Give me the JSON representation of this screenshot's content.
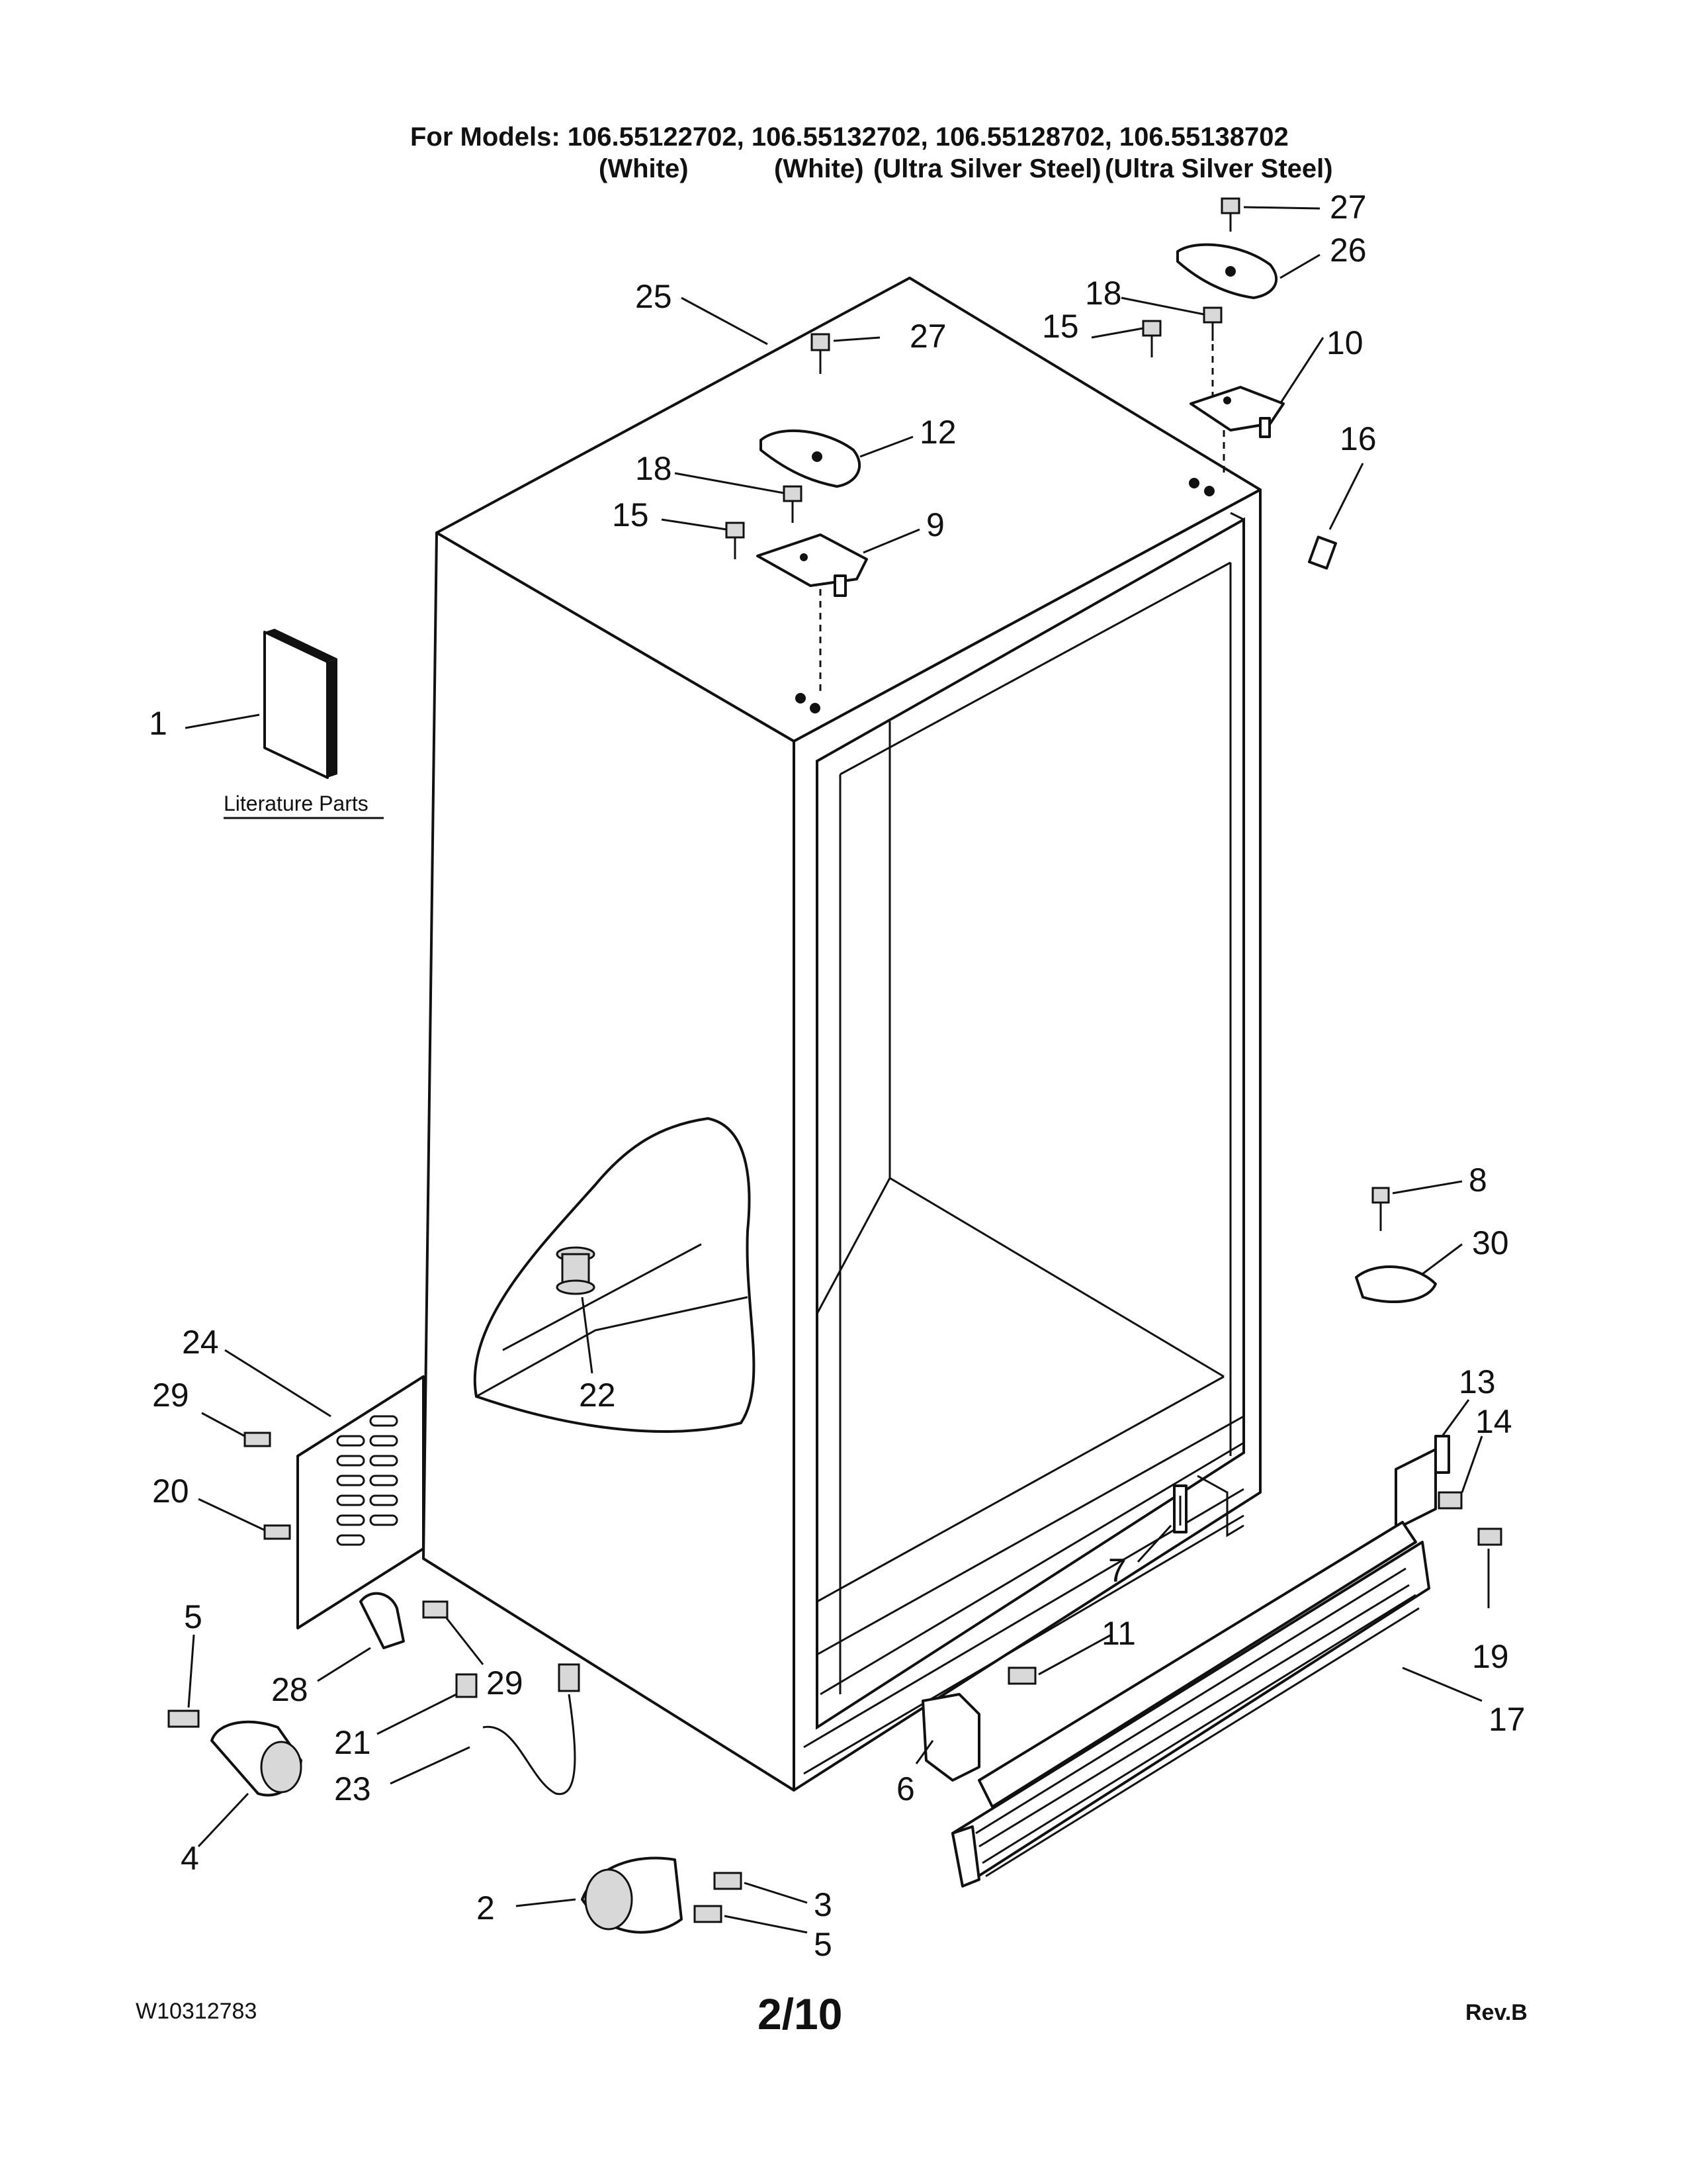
{
  "header": {
    "models_line": "For Models: 106.55122702, 106.55132702, 106.55128702, 106.55138702",
    "colors": [
      "(White)",
      "(White)",
      "(Ultra Silver Steel)",
      "(Ultra Silver Steel)"
    ]
  },
  "literature_label": "Literature Parts",
  "callouts": [
    "1",
    "2",
    "3",
    "4",
    "5",
    "5",
    "6",
    "7",
    "8",
    "9",
    "10",
    "11",
    "12",
    "13",
    "14",
    "15",
    "15",
    "16",
    "17",
    "18",
    "18",
    "19",
    "20",
    "21",
    "22",
    "23",
    "24",
    "25",
    "26",
    "27",
    "27",
    "28",
    "29",
    "29",
    "30"
  ],
  "footer": {
    "doc_number": "W10312783",
    "page": "2/10",
    "revision": "Rev.B"
  }
}
